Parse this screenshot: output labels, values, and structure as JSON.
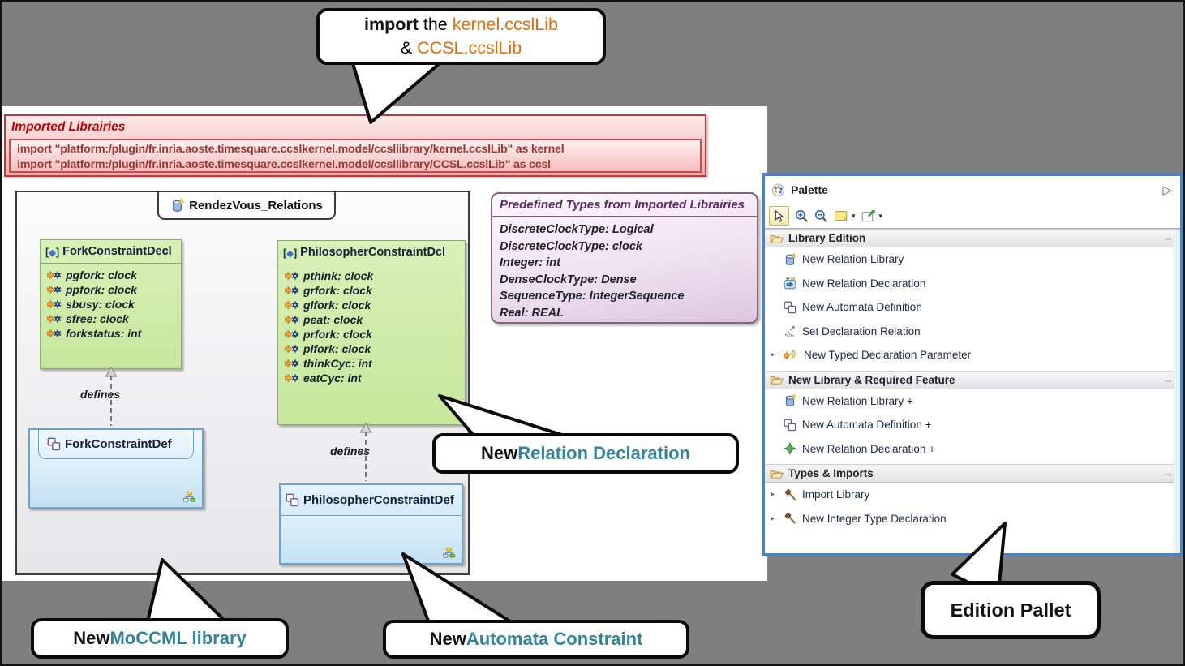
{
  "colors": {
    "background_gray": "#7f7f7f",
    "callout_teal": "#31849B",
    "callout_orange": "#E36C0A",
    "palette_border_blue": "#4F81BD",
    "imported_red": "#C00000",
    "predef_purple": "#5F2A68",
    "decl_green_fill": "#C6E79C",
    "def_blue_fill": "#DDEFFA"
  },
  "callouts": {
    "import_note": {
      "word_import": "import",
      "word_the": " the ",
      "lib1": "kernel.ccslLib",
      "amp": "& ",
      "lib2": "CCSL.ccslLib"
    },
    "relation_declaration": {
      "prefix": "New ",
      "highlight": "Relation Declaration"
    },
    "moccml_library": {
      "prefix": "New ",
      "highlight": "MoCCML library"
    },
    "automata_constraint": {
      "prefix": "New ",
      "highlight": "Automata Constraint"
    },
    "edition_pallet": {
      "label": "Edition Pallet"
    }
  },
  "imported_libraries": {
    "title": "Imported Librairies",
    "imports": [
      "import \"platform:/plugin/fr.inria.aoste.timesquare.ccslkernel.model/ccsllibrary/kernel.ccslLib\" as kernel",
      "import \"platform:/plugin/fr.inria.aoste.timesquare.ccslkernel.model/ccsllibrary/CCSL.ccslLib\" as ccsl"
    ]
  },
  "diagram": {
    "tab": "RendezVous_Relations",
    "stereotype_open": "[",
    "stereotype_diamond": "◆",
    "stereotype_close": "]",
    "edge_label": "defines",
    "decl_boxes": [
      {
        "name": "ForkConstraintDecl",
        "attributes": [
          "pgfork: clock",
          "ppfork: clock",
          "sbusy: clock",
          "sfree: clock",
          "forkstatus: int"
        ]
      },
      {
        "name": "PhilosopherConstraintDcl",
        "attributes": [
          "pthink: clock",
          "grfork: clock",
          "glfork: clock",
          "peat: clock",
          "prfork: clock",
          "plfork: clock",
          "thinkCyc: int",
          "eatCyc: int"
        ]
      }
    ],
    "def_boxes": [
      {
        "name": "ForkConstraintDef"
      },
      {
        "name": "PhilosopherConstraintDef"
      }
    ]
  },
  "predefined_types": {
    "title": "Predefined Types from Imported Librairies",
    "items": [
      "DiscreteClockType: Logical",
      "DiscreteClockType: clock",
      "Integer: int",
      "DenseClockType: Dense",
      "SequenceType: IntegerSequence",
      "Real: REAL"
    ]
  },
  "palette": {
    "title": "Palette",
    "collapse_arrow": "▷",
    "toolbar_icons": [
      "select-tool",
      "zoom-in",
      "zoom-out",
      "note-tool",
      "pin-note-tool"
    ],
    "pin_glyph": "⇔",
    "expand_glyph": "▸",
    "caret_glyph": "▾",
    "sections": [
      {
        "label": "Library Edition",
        "items": [
          {
            "icon": "relation-library",
            "label": "New Relation Library"
          },
          {
            "icon": "relation-declaration",
            "label": "New Relation Declaration"
          },
          {
            "icon": "automata-definition",
            "label": "New Automata Definition"
          },
          {
            "icon": "set-declaration-relation",
            "label": "Set Declaration Relation"
          },
          {
            "icon": "typed-declaration-parameter",
            "label": "New Typed Declaration Parameter"
          }
        ]
      },
      {
        "label": "New Library & Required Feature",
        "items": [
          {
            "icon": "relation-library",
            "label": "New Relation Library +"
          },
          {
            "icon": "automata-definition",
            "label": "New Automata Definition +"
          },
          {
            "icon": "relation-declaration-plus",
            "label": "New Relation Declaration +"
          }
        ]
      },
      {
        "label": "Types & Imports",
        "items": [
          {
            "icon": "import-library",
            "label": "Import Library"
          },
          {
            "icon": "integer-type-declaration",
            "label": "New Integer Type Declaration"
          }
        ]
      }
    ]
  }
}
